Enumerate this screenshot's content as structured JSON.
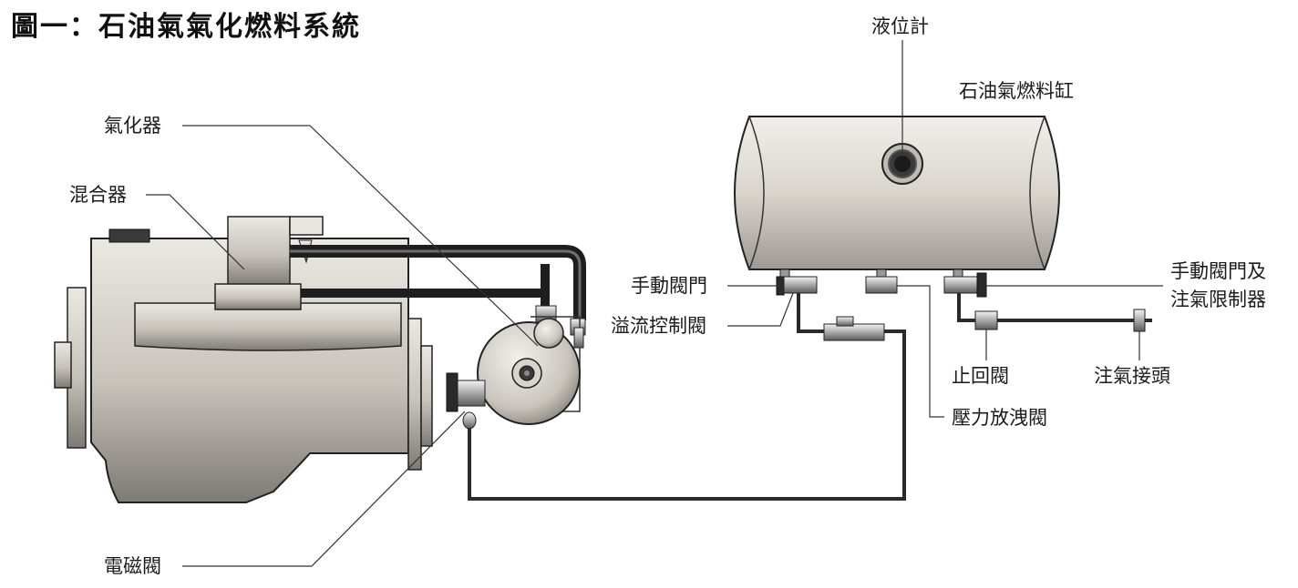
{
  "title": "圖一：石油氣氣化燃料系統",
  "labels": {
    "level_gauge": "液位計",
    "tank": "石油氣燃料缸",
    "vaporizer": "氣化器",
    "mixer": "混合器",
    "manual_valve_left": "手動閥門",
    "overflow_valve": "溢流控制閥",
    "manual_valve_fill_line1": "手動閥門及",
    "manual_valve_fill_line2": "注氣限制器",
    "check_valve": "止回閥",
    "fill_connector": "注氣接頭",
    "pressure_relief_valve": "壓力放洩閥",
    "solenoid_valve": "電磁閥"
  },
  "colors": {
    "body_fill": "#d8d4cc",
    "body_dark": "#8a8680",
    "pipe": "#2a2a2a",
    "line": "#333333"
  }
}
